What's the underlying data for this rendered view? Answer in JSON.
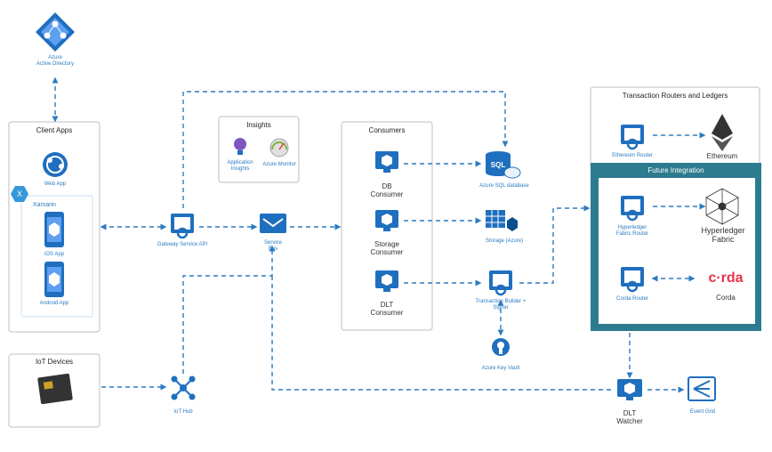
{
  "colors": {
    "accent": "#2b7bc1",
    "teal_panel": "#2d7b8e",
    "corda_red": "#e5334b",
    "dark": "#222222"
  },
  "azure_ad": {
    "label": "Azure\nActive Directory",
    "icon": "azure-ad-icon"
  },
  "client_apps": {
    "title": "Client Apps",
    "web_app": "Web App",
    "xamarin": "Xamarin",
    "ios_app": "iOS App",
    "android_app": "Android App"
  },
  "insights": {
    "title": "Insights",
    "app_insights": "Application\nInsights",
    "azure_monitor": "Azure Monitor"
  },
  "gateway": {
    "label": "Gateway Service API"
  },
  "service_bus": {
    "label": "Service\nBus"
  },
  "consumers": {
    "title": "Consumers",
    "db": "DB\nConsumer",
    "storage": "Storage\nConsumer",
    "dlt": "DLT\nConsumer"
  },
  "sql": {
    "label": "Azure SQL database",
    "badge": "SQL"
  },
  "storage_azure": {
    "label": "Storage (Azure)"
  },
  "tx_builder": {
    "label": "Transaction Builder +\nSigner"
  },
  "key_vault": {
    "label": "Azure Key Vault"
  },
  "routers": {
    "title": "Transaction Routers and Ledgers",
    "eth_router": "Ethereum Router",
    "ethereum": "Ethereum"
  },
  "future": {
    "title": "Future Integration",
    "hl_router": "Hyperledger\nFabric Router",
    "hyperledger": "Hyperledger\nFabric",
    "corda_router": "Corda Router",
    "corda_logo": "c·rda",
    "corda": "Corda"
  },
  "iot_devices": {
    "title": "IoT Devices"
  },
  "iot_hub": {
    "label": "IoT Hub"
  },
  "dlt_watcher": {
    "label": "DLT\nWatcher"
  },
  "event_grid": {
    "label": "Event Grid"
  }
}
